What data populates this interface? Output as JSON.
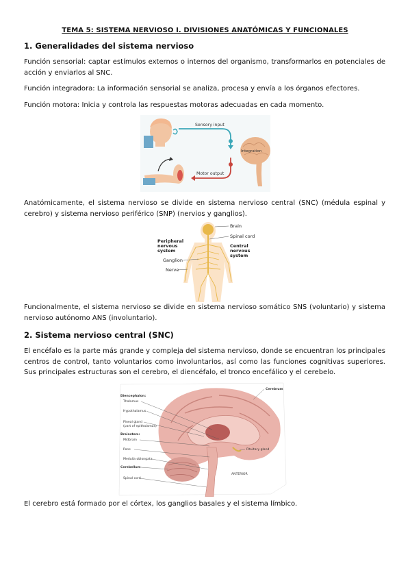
{
  "document": {
    "title": "TEMA 5: SISTEMA NERVIOSO I. DIVISIONES ANATÓMICAS Y FUNCIONALES",
    "section1": {
      "heading": "1. Generalidades del sistema nervioso",
      "p1": "Función sensorial: captar estímulos externos o internos del organismo, transformarlos en potenciales de acción y enviarlos al SNC.",
      "p2": "Función integradora: La información sensorial se analiza, procesa y envía a los órganos efectores.",
      "p3": "Función motora: Inicia y controla las respuestas motoras adecuadas en cada momento.",
      "p4": "Anatómicamente, el sistema nervioso se divide en sistema nervioso central (SNC) (médula espinal y cerebro) y sistema nervioso periférico (SNP) (nervios y ganglios).",
      "p5": "Funcionalmente, el sistema nervioso se divide en sistema nervioso somático SNS (voluntario) y sistema nervioso autónomo ANS (involuntario)."
    },
    "section2": {
      "heading": "2. Sistema nervioso central (SNC)",
      "p1": "El encéfalo es la parte más grande y compleja del sistema nervioso, donde se encuentran los principales centros de control, tanto voluntarios como involuntarios, así como las funciones cognitivas superiores. Sus principales estructuras son el cerebro, el diencéfalo, el tronco encefálico y el cerebelo.",
      "p2": "El cerebro está formado por el córtex, los ganglios basales y el sistema límbico."
    }
  },
  "figure1": {
    "sensory_input": "Sensory input",
    "integration": "Integration",
    "motor_output": "Motor output"
  },
  "figure2": {
    "peripheral": [
      "Peripheral",
      "nervous",
      "system"
    ],
    "central": [
      "Central",
      "nervous",
      "system"
    ],
    "brain": "Brain",
    "spinal_cord": "Spinal cord",
    "ganglion": "Ganglion",
    "nerve": "Nerve"
  },
  "figure3": {
    "diencephalon": "Diencephalon:",
    "thalamus": "Thalamus",
    "hypothalamus": "Hypothalamus",
    "pineal_gland": "Pineal gland",
    "pineal_gland_sub": "(part of epithalamus)",
    "brainstem": "Brainstem:",
    "midbrain": "Midbrain",
    "pons": "Pons",
    "medulla": "Medulla oblongata",
    "cerebellum": "Cerebellum",
    "spinal_cord": "Spinal cord",
    "cerebrum": "Cerebrum",
    "pituitary": "Pituitary gland",
    "anterior": "ANTERIOR"
  },
  "colors": {
    "nerve_yellow": "#e8b84a",
    "brain_pink": "#eab3ab",
    "brain_dark": "#c9857d",
    "arrow_teal": "#3aa7b8",
    "arrow_red": "#c8453d"
  }
}
